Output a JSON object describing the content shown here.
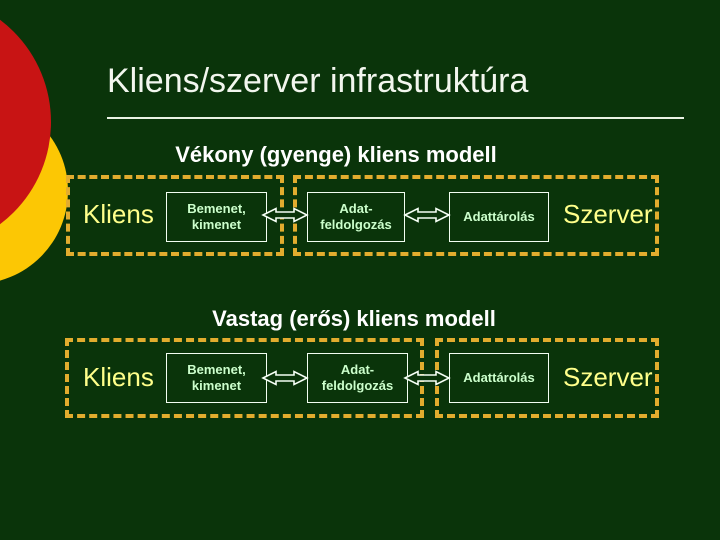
{
  "title": "Kliens/szerver infrastruktúra",
  "models": [
    {
      "heading": "Vékony (gyenge) kliens modell",
      "client_label": "Kliens",
      "server_label": "Szerver",
      "boxes": [
        {
          "lines": [
            "Bemenet,",
            "kimenet"
          ]
        },
        {
          "lines": [
            "Adat-",
            "feldolgozás"
          ]
        },
        {
          "lines": [
            "Adattárolás"
          ]
        }
      ]
    },
    {
      "heading": "Vastag (erős) kliens modell",
      "client_label": "Kliens",
      "server_label": "Szerver",
      "boxes": [
        {
          "lines": [
            "Bemenet,",
            "kimenet"
          ]
        },
        {
          "lines": [
            "Adat-",
            "feldolgozás"
          ]
        },
        {
          "lines": [
            "Adattárolás"
          ]
        }
      ]
    }
  ],
  "icons": {
    "connector": "left-right-arrow-icon"
  },
  "colors": {
    "background": "#0a340a",
    "red_circle": "#c81414",
    "yellow_circle": "#fcc704",
    "dashed_border": "#e2ac2e",
    "label_text": "#ffff8a",
    "box_text": "#ccffcc",
    "box_border": "#f2fff2",
    "heading_text": "#ffffff",
    "title_text": "#f2f6ee"
  }
}
